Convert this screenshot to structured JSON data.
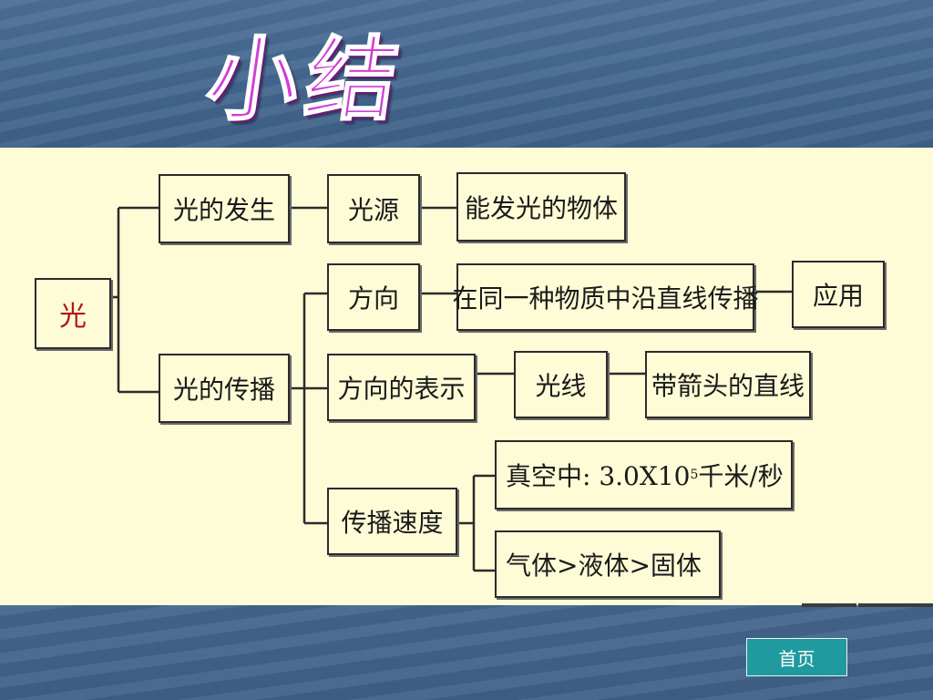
{
  "slide": {
    "title": "小结"
  },
  "diagram": {
    "root": "光",
    "branch1": "光的发生",
    "source": "光源",
    "source_desc": "能发光的物体",
    "branch2": "光的传播",
    "direction": "方向",
    "direction_desc": "在同一种物质中沿直线传播",
    "application": "应用",
    "direction_repr": "方向的表示",
    "ray": "光线",
    "ray_desc": "带箭头的直线",
    "speed": "传播速度",
    "vacuum_prefix": "真空中: 3.0X10",
    "vacuum_exp": "5",
    "vacuum_suffix": "千米/秒",
    "media_order": "气体>液体>固体"
  },
  "nav": {
    "home_label": "首页"
  },
  "colors": {
    "title": "#d23cd6",
    "panel": "#fdfcd7",
    "root_text": "#b3161b",
    "home_button": "#1f9a9e"
  }
}
